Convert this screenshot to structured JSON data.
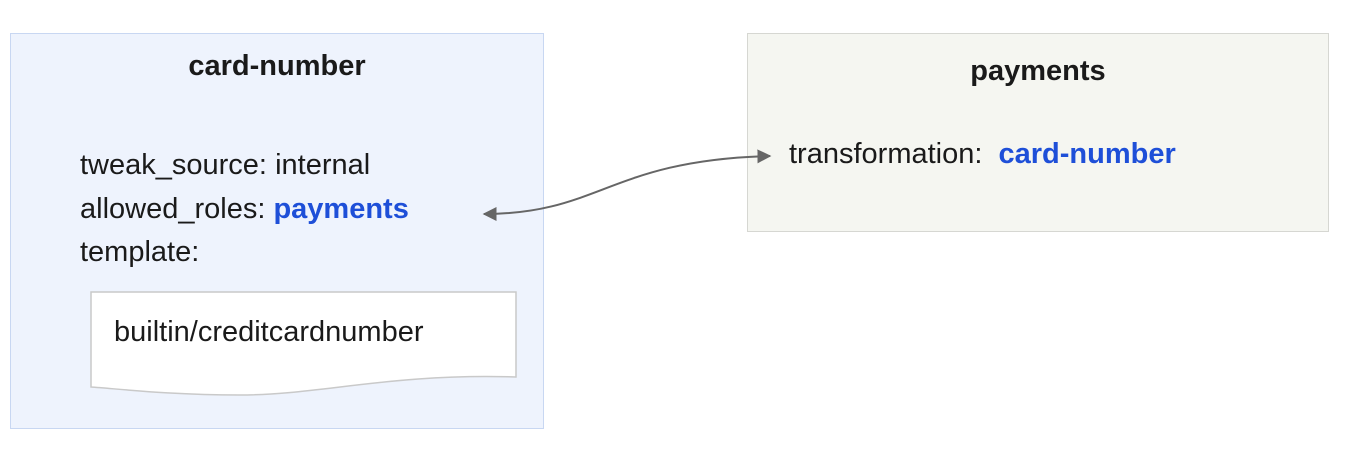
{
  "card_number_box": {
    "title": "card-number",
    "tweak_source_label": "tweak_source:",
    "tweak_source_value": "internal",
    "allowed_roles_label": "allowed_roles:",
    "allowed_roles_value": "payments",
    "template_label": "template:",
    "template_value": "builtin/creditcardnumber"
  },
  "payments_box": {
    "title": "payments",
    "transformation_label": "transformation:",
    "transformation_value": "card-number"
  },
  "colors": {
    "link_blue": "#1e4fd8",
    "left_box_fill": "#eef3fd",
    "right_box_fill": "#f5f6f1",
    "connector": "#666666"
  }
}
